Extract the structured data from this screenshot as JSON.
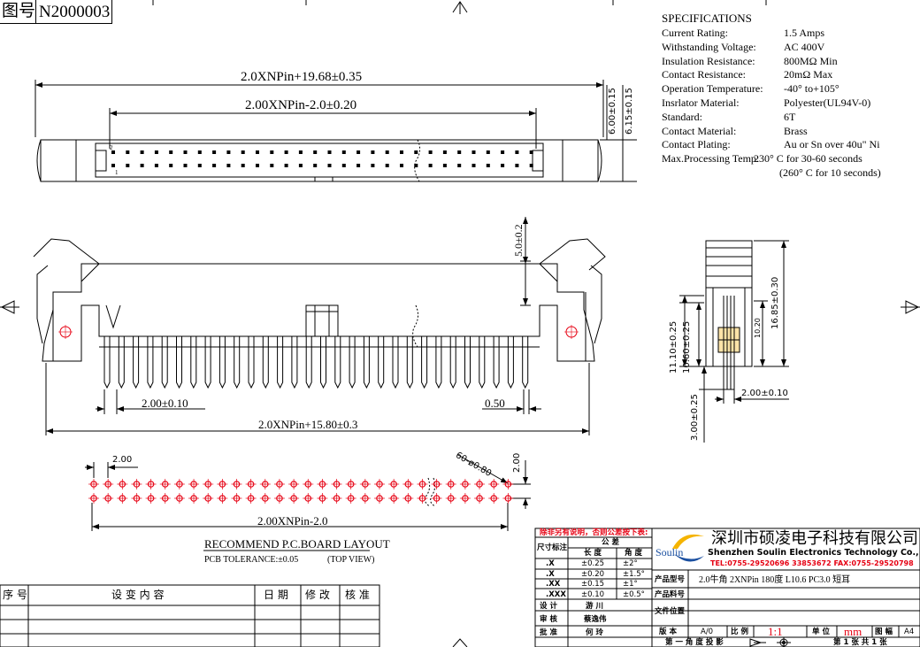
{
  "drawing": {
    "label": "图号",
    "number": "N2000003"
  },
  "specifications": {
    "title": "SPECIFICATIONS",
    "rows": [
      {
        "key": "Current Rating:",
        "value": "1.5 Amps"
      },
      {
        "key": "Withstanding Voltage:",
        "value": "AC  400V"
      },
      {
        "key": "Insulation Resistance:",
        "value": "800MΩ   Min"
      },
      {
        "key": "Contact Resistance:",
        "value": "20mΩ Max"
      },
      {
        "key": "Operation Temperature:",
        "value": "-40° to+105°"
      },
      {
        "key": "Insrlator Material:",
        "value": "Polyester(UL94V-0)"
      },
      {
        "key": "Standard:",
        "value": "6T"
      },
      {
        "key": "Contact Material:",
        "value": "Brass"
      },
      {
        "key": "Contact Plating:",
        "value": "Au or Sn over 40u\" Ni"
      },
      {
        "key": "Max.Processing Temp:",
        "value": "230° C for 30-60 seconds"
      }
    ],
    "extra": "(260° C for 10 seconds)"
  },
  "dimensions": {
    "top_overall": "2.0XNPin+19.68±0.35",
    "top_pitch": "2.00XNPin-2.0±0.20",
    "top_h1": "6.00±0.15",
    "top_h2": "6.15±0.15",
    "front_height": "5.0±0.2",
    "front_pitch": "2.00±0.10",
    "front_pin": "0.50",
    "front_overall": "2.0XNPin+15.80±0.3",
    "side_h1": "11.10±0.25",
    "side_h2": "10.60±0.25",
    "side_h3": "16.85±0.30",
    "side_h4": "10.20",
    "side_w": "2.00±0.10",
    "side_tail": "3.00±0.25",
    "pcb_pitch": "2.00",
    "pcb_hole": "60-ø0.80",
    "pcb_row": "2.00",
    "pcb_overall": "2.00XNPin-2.0",
    "pin1": "1",
    "pin2": "2"
  },
  "pcb_layout": {
    "title": "RECOMMEND P.C.BOARD LAYOUT",
    "tolerance": "PCB TOLERANCE:±0.05",
    "view": "(TOP VIEW)"
  },
  "revision_table": {
    "headers": [
      "序 号",
      "设 变 内 容",
      "日 期",
      "修 改",
      "核 准"
    ]
  },
  "title_block": {
    "note": "除非另有说明，否则公差按下表:",
    "tolerance_header": "公 差",
    "size_mark": "尺寸标注",
    "length": "长 度",
    "angle": "角 度",
    "rows": [
      {
        "mark": ".X",
        "length": "±0.25",
        "angle": "±2°"
      },
      {
        "mark": ".X",
        "length": "±0.20",
        "angle": "±1.5°"
      },
      {
        "mark": ".XX",
        "length": "±0.15",
        "angle": "±1°"
      },
      {
        "mark": ".XXX",
        "length": "±0.10",
        "angle": "±0.5°"
      }
    ],
    "design_label": "设 计",
    "design_name": "游 川",
    "review_label": "审 核",
    "review_name": "蔡逸伟",
    "approve_label": "批 准",
    "approve_name": "何 玲",
    "logo": "Soulin",
    "company_cn": "深圳市硕凌电子科技有限公司",
    "company_en": "Shenzhen Soulin Electronics Technology Co.,Ltd",
    "tel": "TEL:0755-29520696 33853672    FAX:0755-29520798",
    "product_name_label": "产品型号",
    "product_name": "2.0牛角 2XNPin  180度  L10.6 PC3.0 短耳",
    "product_no_label": "产品料号",
    "file_label": "文件位置",
    "version_label": "版 本",
    "version": "A/0",
    "scale_label": "比 例",
    "scale": "1:1",
    "unit_label": "单 位",
    "unit": "mm",
    "size_label": "图 幅",
    "size": "A4",
    "projection": "第 一 角 度 投 影",
    "sheet": "第 1  张 共 1  张"
  },
  "colors": {
    "accent": "#e60012",
    "logo_blue": "#1a4fa0",
    "logo_yellow": "#f5b400"
  }
}
